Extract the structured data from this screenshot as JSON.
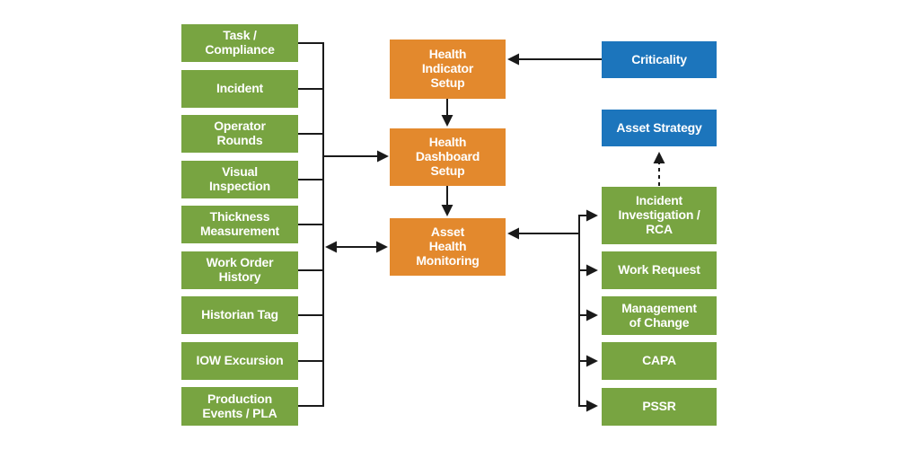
{
  "diagram": {
    "type": "flowchart",
    "colors": {
      "source_and_output_box": "#78A441",
      "process_box": "#E3892D",
      "input_box": "#1C75BC",
      "connector_line": "#1A1A1A",
      "box_text": "#FFFFFF",
      "background": "#FFFFFF"
    },
    "nodes": {
      "sources": [
        {
          "id": "task-compliance",
          "label": "Task /\nCompliance"
        },
        {
          "id": "incident",
          "label": "Incident"
        },
        {
          "id": "operator-rounds",
          "label": "Operator\nRounds"
        },
        {
          "id": "visual-inspection",
          "label": "Visual\nInspection"
        },
        {
          "id": "thickness-measurement",
          "label": "Thickness\nMeasurement"
        },
        {
          "id": "work-order-history",
          "label": "Work Order\nHistory"
        },
        {
          "id": "historian-tag",
          "label": "Historian Tag"
        },
        {
          "id": "iow-excursion",
          "label": "IOW Excursion"
        },
        {
          "id": "production-events-pla",
          "label": "Production\nEvents / PLA"
        }
      ],
      "process": [
        {
          "id": "health-indicator-setup",
          "label": "Health\nIndicator\nSetup"
        },
        {
          "id": "health-dashboard-setup",
          "label": "Health\nDashboard\nSetup"
        },
        {
          "id": "asset-health-monitoring",
          "label": "Asset\nHealth\nMonitoring"
        }
      ],
      "inputs": [
        {
          "id": "criticality",
          "label": "Criticality"
        },
        {
          "id": "asset-strategy",
          "label": "Asset Strategy"
        }
      ],
      "outputs": [
        {
          "id": "incident-investigation-rca",
          "label": "Incident\nInvestigation /\nRCA"
        },
        {
          "id": "work-request",
          "label": "Work Request"
        },
        {
          "id": "management-of-change",
          "label": "Management\nof Change"
        },
        {
          "id": "capa",
          "label": "CAPA"
        },
        {
          "id": "pssr",
          "label": "PSSR"
        }
      ]
    },
    "edges": [
      {
        "from": "source-boxes-junction",
        "to": "health-dashboard-setup",
        "style": "solid",
        "arrow": "single"
      },
      {
        "from": "source-boxes-junction",
        "to": "asset-health-monitoring",
        "style": "solid",
        "arrow": "double"
      },
      {
        "from": "criticality",
        "to": "health-indicator-setup",
        "style": "solid",
        "arrow": "single"
      },
      {
        "from": "health-indicator-setup",
        "to": "health-dashboard-setup",
        "style": "solid",
        "arrow": "single"
      },
      {
        "from": "health-dashboard-setup",
        "to": "asset-health-monitoring",
        "style": "solid",
        "arrow": "single"
      },
      {
        "from": "output-boxes-junction",
        "to": "asset-health-monitoring",
        "style": "solid",
        "arrow": "single"
      },
      {
        "from": "output-boxes-junction",
        "to": "incident-investigation-rca",
        "style": "solid",
        "arrow": "single"
      },
      {
        "from": "output-boxes-junction",
        "to": "work-request",
        "style": "solid",
        "arrow": "single"
      },
      {
        "from": "output-boxes-junction",
        "to": "management-of-change",
        "style": "solid",
        "arrow": "single"
      },
      {
        "from": "output-boxes-junction",
        "to": "capa",
        "style": "solid",
        "arrow": "single"
      },
      {
        "from": "output-boxes-junction",
        "to": "pssr",
        "style": "solid",
        "arrow": "single"
      },
      {
        "from": "incident-investigation-rca",
        "to": "asset-strategy",
        "style": "dashed",
        "arrow": "single"
      }
    ]
  }
}
